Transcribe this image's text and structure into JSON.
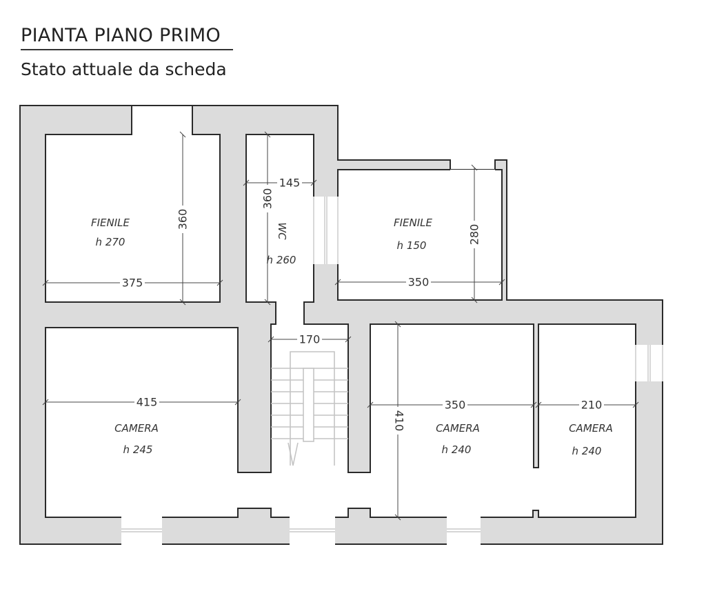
{
  "header": {
    "title": "PIANTA PIANO PRIMO",
    "subtitle": "Stato attuale da scheda"
  },
  "rooms": [
    {
      "name": "FIENILE",
      "height": "h 270"
    },
    {
      "name": "WC",
      "height": "h 260"
    },
    {
      "name": "FIENILE",
      "height": "h 150"
    },
    {
      "name": "CAMERA",
      "height": "h 245"
    },
    {
      "name": "CAMERA",
      "height": "h 240"
    },
    {
      "name": "CAMERA",
      "height": "h 240"
    }
  ],
  "dimensions": {
    "fienile1_width": "375",
    "fienile1_depth": "360",
    "wc_width": "145",
    "wc_depth": "360",
    "fienile2_width": "350",
    "fienile2_depth": "280",
    "stair_width": "170",
    "camera1_width": "415",
    "camera2_depth": "410",
    "camera2_width": "350",
    "camera3_width": "210"
  },
  "colors": {
    "wall": "#dcdcdc",
    "outline": "#2a2a2a"
  }
}
